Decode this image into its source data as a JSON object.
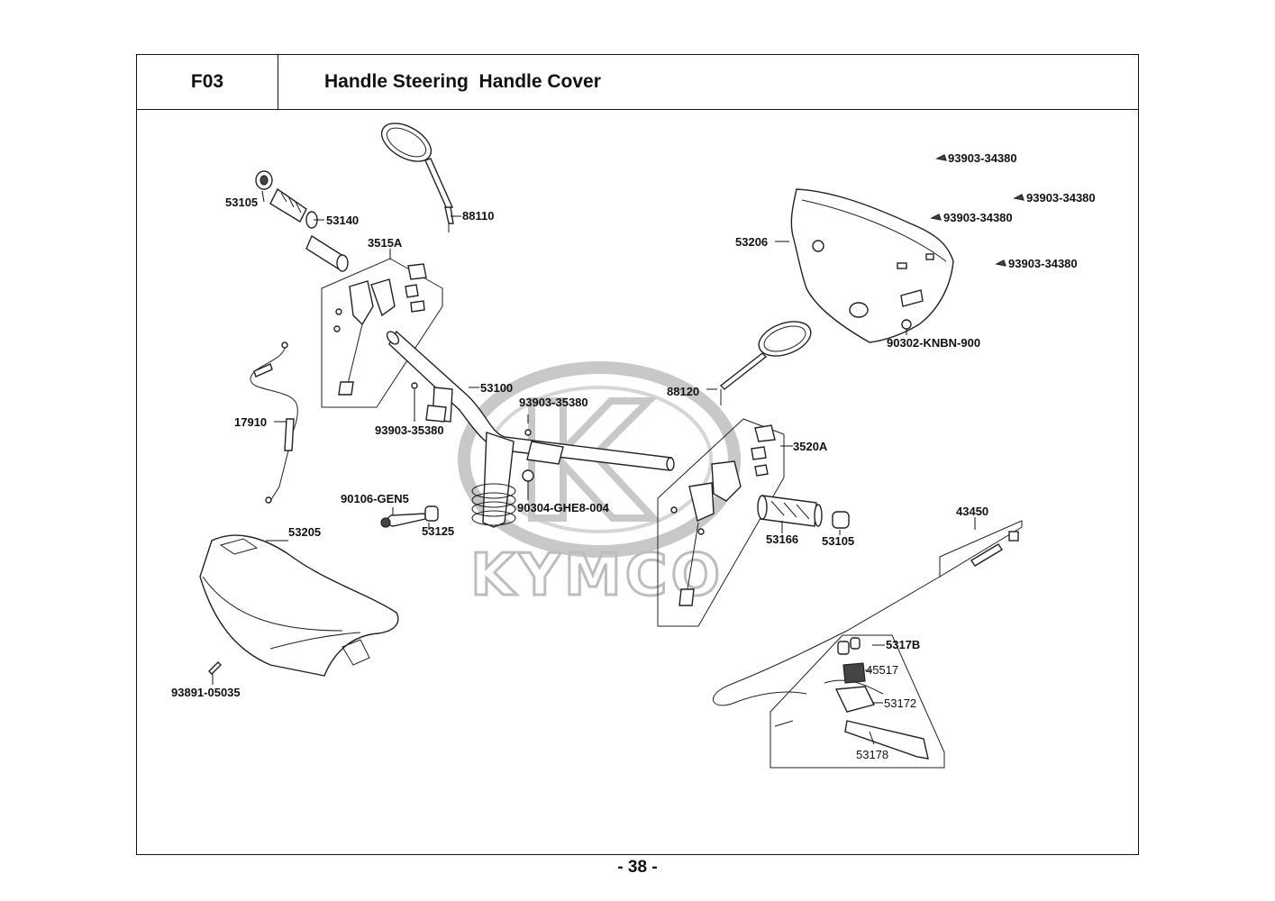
{
  "header": {
    "section_code": "F03",
    "title": "Handle Steering  Handle Cover"
  },
  "watermark": {
    "brand": "KYMCO"
  },
  "parts": {
    "p53105_top": "53105",
    "p53140": "53140",
    "p88110": "88110",
    "p3515A": "3515A",
    "p17910": "17910",
    "p53100": "53100",
    "p93903_35380_a": "93903-35380",
    "p93903_35380_b": "93903-35380",
    "p90106": "90106-GEN5",
    "p53125": "53125",
    "p90304": "90304-GHE8-004",
    "p53205": "53205",
    "p93891": "93891-05035",
    "p88120": "88120",
    "p3520A": "3520A",
    "p53166": "53166",
    "p53105_bot": "53105",
    "p43450": "43450",
    "p5317B": "5317B",
    "p45517": "45517",
    "p53172": "53172",
    "p53178": "53178",
    "p53206": "53206",
    "p93903_34380_a": "93903-34380",
    "p93903_34380_b": "93903-34380",
    "p93903_34380_c": "93903-34380",
    "p93903_34380_d": "93903-34380",
    "p90302": "90302-KNBN-900"
  },
  "footer": {
    "page_number": "- 38 -"
  }
}
